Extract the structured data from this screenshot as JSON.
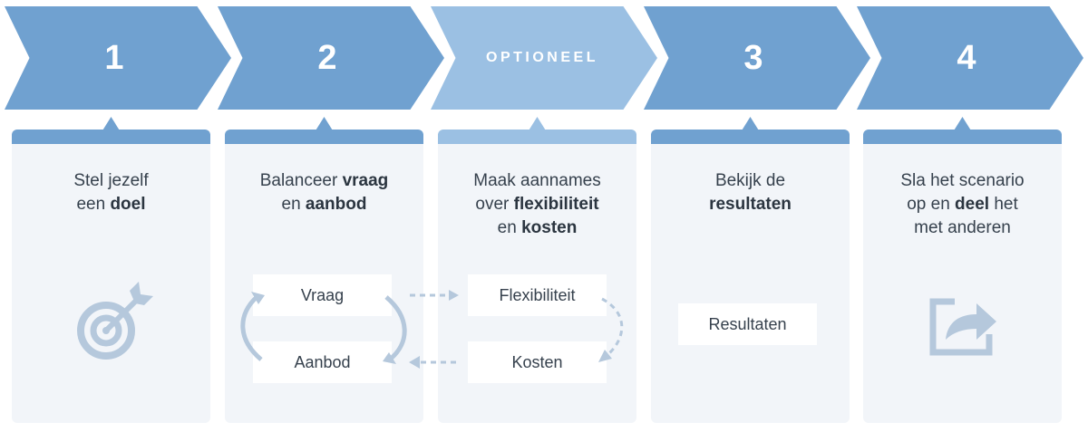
{
  "steps": [
    {
      "chevron": "1",
      "text_parts": [
        {
          "t": "Stel jezelf",
          "b": false
        },
        {
          "t": "\n",
          "b": false
        },
        {
          "t": "een ",
          "b": false
        },
        {
          "t": "doel",
          "b": true
        }
      ]
    },
    {
      "chevron": "2",
      "text_parts": [
        {
          "t": "Balanceer ",
          "b": false
        },
        {
          "t": "vraag",
          "b": true
        },
        {
          "t": "\n",
          "b": false
        },
        {
          "t": "en ",
          "b": false
        },
        {
          "t": "aanbod",
          "b": true
        }
      ]
    },
    {
      "chevron": "OPTIONEEL",
      "text_parts": [
        {
          "t": "Maak aannames",
          "b": false
        },
        {
          "t": "\n",
          "b": false
        },
        {
          "t": "over ",
          "b": false
        },
        {
          "t": "flexibiliteit",
          "b": true
        },
        {
          "t": "\n",
          "b": false
        },
        {
          "t": "en ",
          "b": false
        },
        {
          "t": "kosten",
          "b": true
        }
      ]
    },
    {
      "chevron": "3",
      "text_parts": [
        {
          "t": "Bekijk de",
          "b": false
        },
        {
          "t": "\n",
          "b": false
        },
        {
          "t": "resultaten",
          "b": true
        }
      ]
    },
    {
      "chevron": "4",
      "text_parts": [
        {
          "t": "Sla het scenario",
          "b": false
        },
        {
          "t": "\n",
          "b": false
        },
        {
          "t": "op en ",
          "b": false
        },
        {
          "t": "deel",
          "b": true
        },
        {
          "t": " het",
          "b": false
        },
        {
          "t": "\n",
          "b": false
        },
        {
          "t": "met anderen",
          "b": false
        }
      ]
    }
  ],
  "boxes": {
    "vraag": "Vraag",
    "aanbod": "Aanbod",
    "flexibiliteit": "Flexibiliteit",
    "kosten": "Kosten",
    "resultaten": "Resultaten"
  },
  "colors": {
    "primary": "#70a1d0",
    "optional": "#9bc0e3",
    "card_bg": "#f2f5f9",
    "icon": "#b5c8dc",
    "dark_text": "#36414d"
  },
  "icons": [
    "target-icon",
    "share-icon"
  ]
}
